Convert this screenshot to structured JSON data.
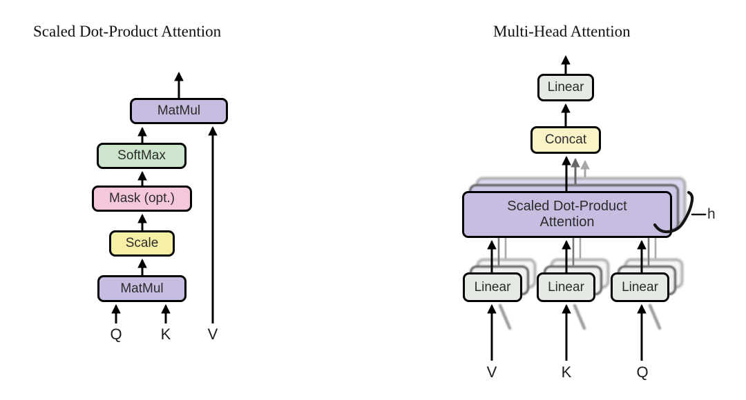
{
  "left": {
    "title": "Scaled Dot-Product Attention",
    "boxes": {
      "matmul_top": "MatMul",
      "softmax": "SoftMax",
      "mask": "Mask (opt.)",
      "scale": "Scale",
      "matmul_bottom": "MatMul"
    },
    "inputs": {
      "q": "Q",
      "k": "K",
      "v": "V"
    }
  },
  "right": {
    "title": "Multi-Head Attention",
    "boxes": {
      "linear_top": "Linear",
      "concat": "Concat",
      "sdpa": "Scaled Dot-Product\nAttention",
      "linear_v": "Linear",
      "linear_k": "Linear",
      "linear_q": "Linear"
    },
    "inputs": {
      "v": "V",
      "k": "K",
      "q": "Q"
    },
    "head_count_label": "h"
  },
  "colors": {
    "purple": "#c6bde0",
    "green": "#cee5cd",
    "pink": "#f5c7da",
    "scale_yellow": "#f6f0a6",
    "concat_yellow": "#faf3c8",
    "linear_gray": "#e5eae5",
    "line_black": "#000000"
  }
}
